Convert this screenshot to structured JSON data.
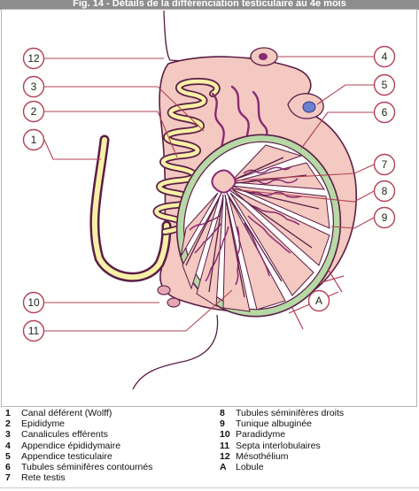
{
  "figure": {
    "title": "Fig. 14 - Détails de la différenciation testiculaire au 4e mois"
  },
  "callouts": [
    "12",
    "3",
    "2",
    "1",
    "4",
    "5",
    "6",
    "7",
    "8",
    "9",
    "10",
    "11",
    "A"
  ],
  "legend": {
    "left": [
      {
        "key": "1",
        "text": "Canal déférent (Wolff)"
      },
      {
        "key": "2",
        "text": "Epididyme"
      },
      {
        "key": "3",
        "text": "Canalicules efférents"
      },
      {
        "key": "4",
        "text": "Appendice épididymaire"
      },
      {
        "key": "5",
        "text": "Appendice testiculaire"
      },
      {
        "key": "6",
        "text": "Tubules séminifères contournés"
      },
      {
        "key": "7",
        "text": "Rete testis"
      }
    ],
    "right": [
      {
        "key": "8",
        "text": "Tubules séminifères droits"
      },
      {
        "key": "9",
        "text": "Tunique albuginée"
      },
      {
        "key": "10",
        "text": "Paradidyme"
      },
      {
        "key": "11",
        "text": "Septa interlobulaires"
      },
      {
        "key": "12",
        "text": "Mésothélium"
      },
      {
        "key": "A",
        "text": "Lobule"
      }
    ]
  },
  "colors": {
    "body_fill": "#f3c9c1",
    "dark_outline": "#5b1d46",
    "duct_yellow": "#f7f0a6",
    "albuginea_green": "#b6d9a6",
    "tubule_purple": "#8a2a72",
    "appendix_blue": "#6b7fd0",
    "callout_red": "#b24156"
  }
}
